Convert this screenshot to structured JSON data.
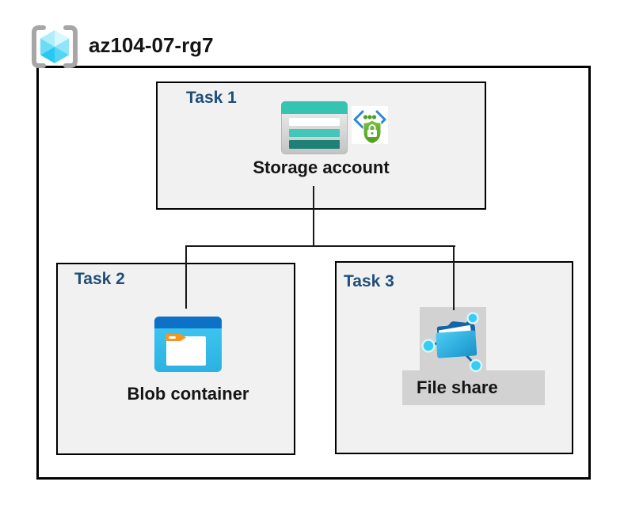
{
  "resource_group": {
    "name": "az104-07-rg7",
    "icon": "resource-group-icon"
  },
  "tasks": [
    {
      "label": "Task 1",
      "node_label": "Storage account",
      "icons": [
        "storage-account-icon",
        "secured-endpoint-icon"
      ]
    },
    {
      "label": "Task 2",
      "node_label": "Blob container",
      "icons": [
        "blob-container-icon"
      ]
    },
    {
      "label": "Task 3",
      "node_label": "File share",
      "icons": [
        "file-share-icon"
      ]
    }
  ],
  "connections": [
    {
      "from": "Storage account",
      "to": "Blob container"
    },
    {
      "from": "Storage account",
      "to": "File share"
    }
  ],
  "colors": {
    "task_label": "#1f4e79",
    "task_box_fill": "#f1f1f1",
    "box_border": "#000000",
    "connector": "#1a1a1a",
    "storage_teal": "#37c3b2",
    "storage_teal_mid": "#43c7b8",
    "storage_teal_dark": "#1f8078",
    "blob_header_blue": "#0e71c8",
    "blob_body_cyan": "#33bfe9",
    "tag_orange": "#f79522",
    "file_share_bg_gray": "#d2d2d2",
    "folder_blue_dark": "#1464a8",
    "node_cyan": "#35cdf2",
    "shield_green": "#5fae27",
    "chevron_blue": "#2b88d8",
    "cube_cyan": "#45cdf5",
    "bracket_gray": "#a6a6a6"
  }
}
